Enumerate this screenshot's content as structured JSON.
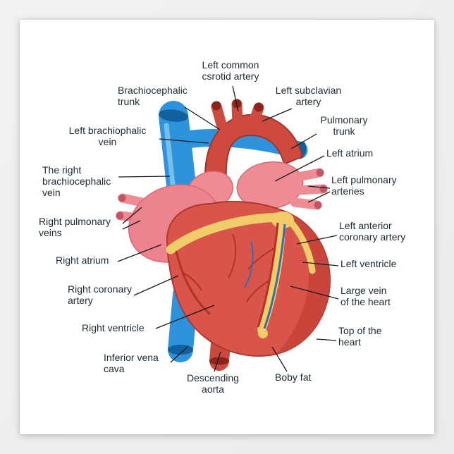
{
  "poster": {
    "description": "Anatomy of the human heart poster",
    "background": "#ffffff",
    "page_background": "#eeeeee"
  },
  "palette": {
    "vein_blue": "#2e93dd",
    "vein_blue_dark": "#12619f",
    "artery_red": "#cf4a3e",
    "artery_red_dark": "#8c241c",
    "heart_red": "#d9544a",
    "atrium_pink": "#ee8b94",
    "fat_yellow": "#f1cd69",
    "leader_line": "#1a1a1a",
    "label_text": "#1c2b36"
  },
  "labels": [
    {
      "id": "left-common-carotid-artery",
      "text": "Left common\ncsrotid artery"
    },
    {
      "id": "brachiocephalic-trunk",
      "text": "Brachiocephalic\ntrunk"
    },
    {
      "id": "left-subclavian-artery",
      "text": "Left subclavian\nartery"
    },
    {
      "id": "left-brachiocephalic-vein",
      "text": "Left brachiophalic\nvein"
    },
    {
      "id": "pulmonary-trunk",
      "text": "Pulmonary\ntrunk"
    },
    {
      "id": "right-brachiocephalic-vein",
      "text": "The right\nbrachiocephalic\nvein"
    },
    {
      "id": "left-atrium",
      "text": "Left atrium"
    },
    {
      "id": "left-pulmonary-arteries",
      "text": "Left pulmonary\narteries"
    },
    {
      "id": "right-pulmonary-veins",
      "text": "Right pulmonary\nveins"
    },
    {
      "id": "right-atrium",
      "text": "Right atrium"
    },
    {
      "id": "left-anterior-coronary-artery",
      "text": "Left anterior\ncoronary artery"
    },
    {
      "id": "left-ventricle",
      "text": "Left ventricle"
    },
    {
      "id": "right-coronary-artery",
      "text": "Right coronary\nartery"
    },
    {
      "id": "large-vein-of-the-heart",
      "text": "Large vein\nof the heart"
    },
    {
      "id": "right-ventricle",
      "text": "Right ventricle"
    },
    {
      "id": "top-of-the-heart",
      "text": "Top of the\nheart"
    },
    {
      "id": "inferior-vena-cava",
      "text": "Inferior vena\ncava"
    },
    {
      "id": "descending-aorta",
      "text": "Descending\naorta"
    },
    {
      "id": "body-fat",
      "text": "Boby fat"
    }
  ]
}
